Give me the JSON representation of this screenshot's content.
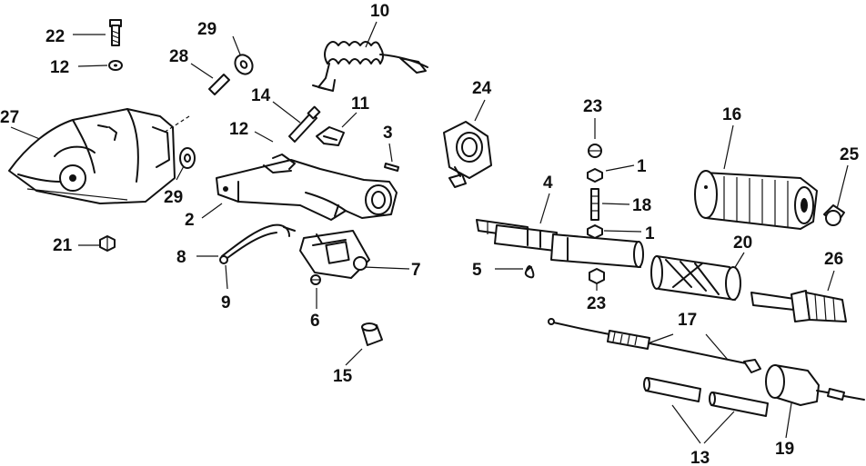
{
  "diagram": {
    "callouts": [
      {
        "id": "22",
        "text": "22"
      },
      {
        "id": "29a",
        "text": "29"
      },
      {
        "id": "10",
        "text": "10"
      },
      {
        "id": "12a",
        "text": "12"
      },
      {
        "id": "28",
        "text": "28"
      },
      {
        "id": "24",
        "text": "24"
      },
      {
        "id": "14",
        "text": "14"
      },
      {
        "id": "11",
        "text": "11"
      },
      {
        "id": "23a",
        "text": "23"
      },
      {
        "id": "16",
        "text": "16"
      },
      {
        "id": "27",
        "text": "27"
      },
      {
        "id": "12b",
        "text": "12"
      },
      {
        "id": "3",
        "text": "3"
      },
      {
        "id": "1a",
        "text": "1"
      },
      {
        "id": "25",
        "text": "25"
      },
      {
        "id": "29b",
        "text": "29"
      },
      {
        "id": "4",
        "text": "4"
      },
      {
        "id": "18",
        "text": "18"
      },
      {
        "id": "2",
        "text": "2"
      },
      {
        "id": "1b",
        "text": "1"
      },
      {
        "id": "20",
        "text": "20"
      },
      {
        "id": "21",
        "text": "21"
      },
      {
        "id": "26",
        "text": "26"
      },
      {
        "id": "8",
        "text": "8"
      },
      {
        "id": "7",
        "text": "7"
      },
      {
        "id": "5",
        "text": "5"
      },
      {
        "id": "9",
        "text": "9"
      },
      {
        "id": "23b",
        "text": "23"
      },
      {
        "id": "6",
        "text": "6"
      },
      {
        "id": "17",
        "text": "17"
      },
      {
        "id": "15",
        "text": "15"
      },
      {
        "id": "13",
        "text": "13"
      },
      {
        "id": "19",
        "text": "19"
      }
    ]
  }
}
